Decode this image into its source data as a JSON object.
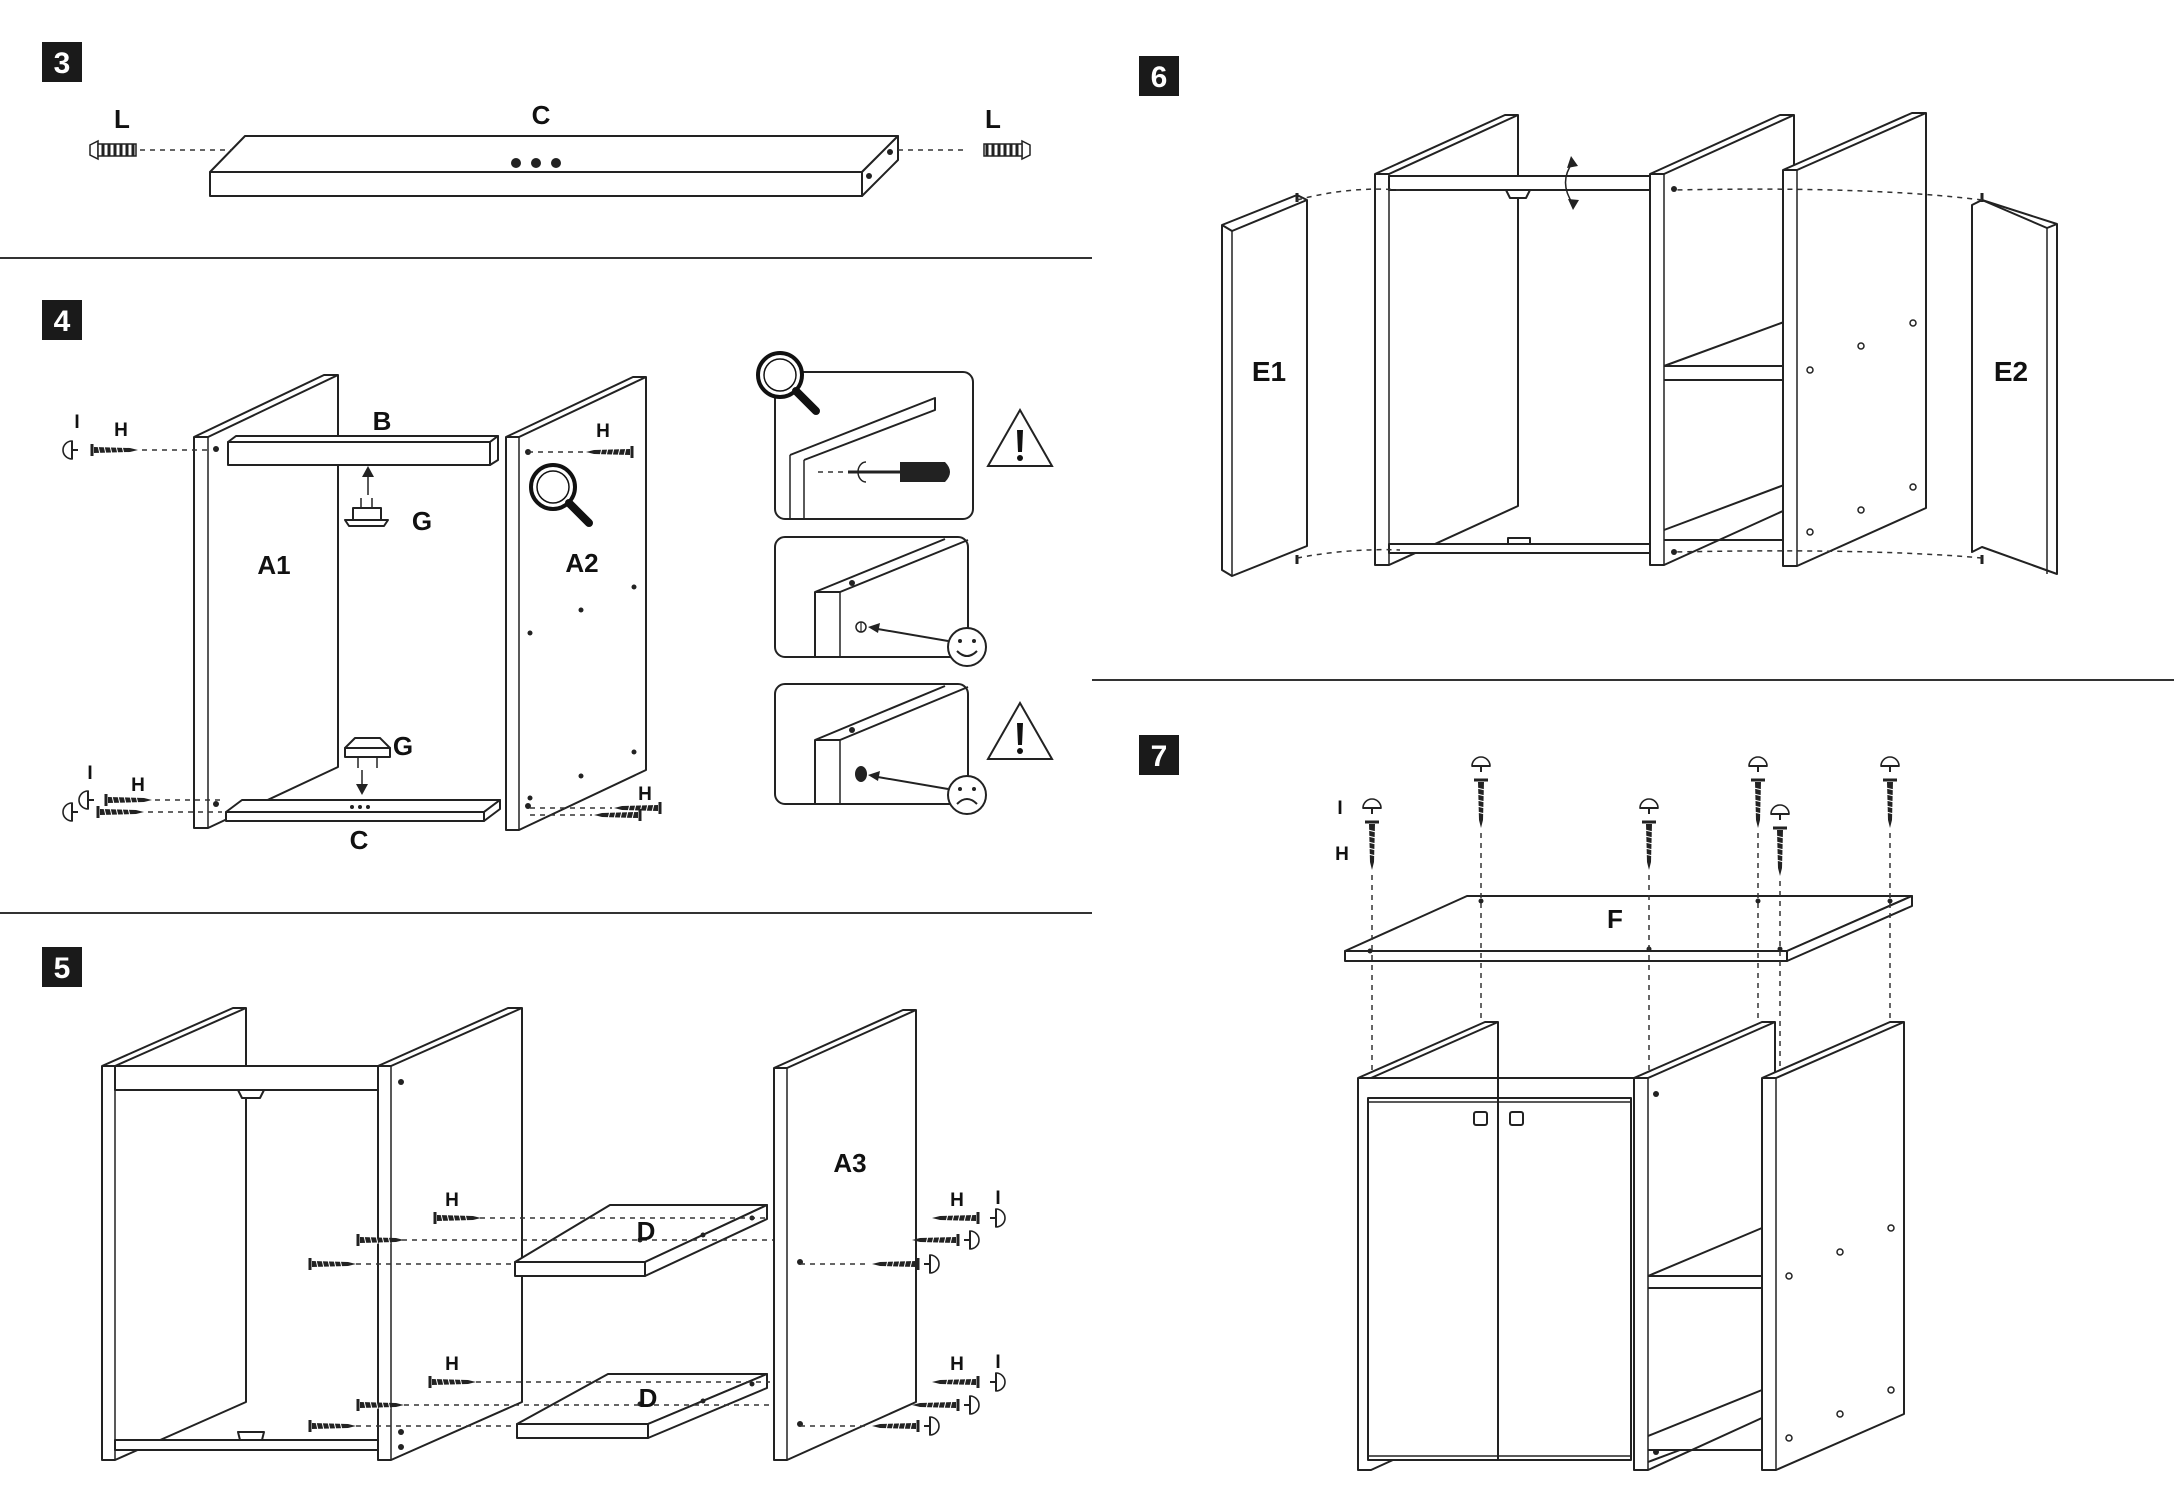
{
  "steps": {
    "s3": "3",
    "s4": "4",
    "s5": "5",
    "s6": "6",
    "s7": "7"
  },
  "labels": {
    "step3": {
      "left_l": "L",
      "c": "C",
      "right_l": "L"
    },
    "step4": {
      "i_top": "I",
      "h_top": "H",
      "b": "B",
      "h_a2": "H",
      "g_top": "G",
      "a1": "A1",
      "a2": "A2",
      "i_bottom": "I",
      "h_bottom": "H",
      "g_bottom": "G",
      "c": "C",
      "h_bottom_right": "H"
    },
    "step5": {
      "h_top_left": "H",
      "d_top": "D",
      "a3": "A3",
      "h_top_right": "H",
      "i_top_right": "I",
      "h_bottom_left": "H",
      "d_bottom": "D",
      "h_bottom_right": "H",
      "i_bottom_right": "I"
    },
    "step6": {
      "e1": "E1",
      "e2": "E2"
    },
    "step7": {
      "i": "I",
      "h": "H",
      "f": "F"
    }
  },
  "icons": [
    "magnifier-icon",
    "warning-icon",
    "screwdriver-icon",
    "smiley-happy-icon",
    "smiley-sad-icon",
    "screw-h-icon",
    "cap-i-icon",
    "dowel-l-icon",
    "connector-g-icon"
  ],
  "colors": {
    "ink": "#222222",
    "badge": "#1a1a1a",
    "background": "#ffffff"
  }
}
